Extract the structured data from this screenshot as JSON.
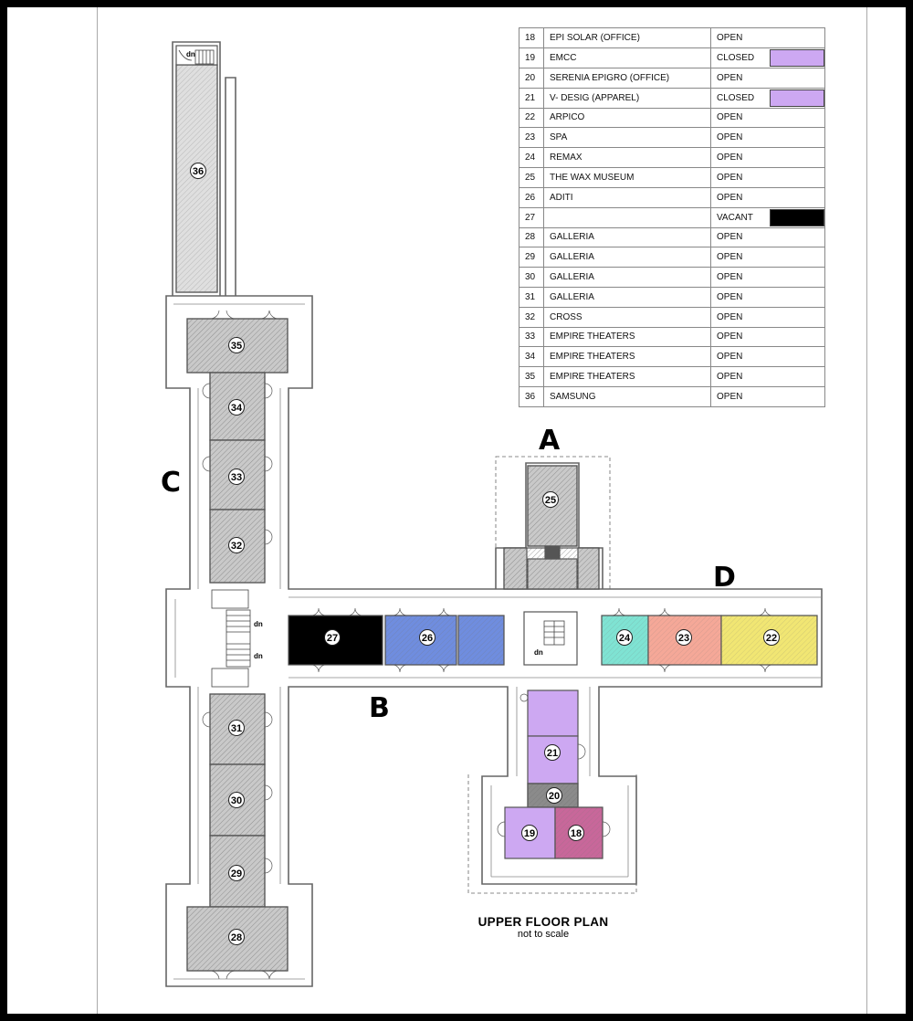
{
  "legend": {
    "rows": [
      {
        "num": "18",
        "name": "EPI SOLAR (OFFICE)",
        "status": "OPEN",
        "swatch": ""
      },
      {
        "num": "19",
        "name": "EMCC",
        "status": "CLOSED",
        "swatch": "#cda8f2"
      },
      {
        "num": "20",
        "name": "SERENIA EPIGRO (OFFICE)",
        "status": "OPEN",
        "swatch": ""
      },
      {
        "num": "21",
        "name": "V- DESIG (APPAREL)",
        "status": "CLOSED",
        "swatch": "#cda8f2"
      },
      {
        "num": "22",
        "name": "ARPICO",
        "status": "OPEN",
        "swatch": ""
      },
      {
        "num": "23",
        "name": "SPA",
        "status": "OPEN",
        "swatch": ""
      },
      {
        "num": "24",
        "name": "REMAX",
        "status": "OPEN",
        "swatch": ""
      },
      {
        "num": "25",
        "name": "THE WAX MUSEUM",
        "status": "OPEN",
        "swatch": ""
      },
      {
        "num": "26",
        "name": "ADITI",
        "status": "OPEN",
        "swatch": ""
      },
      {
        "num": "27",
        "name": "",
        "status": "VACANT",
        "swatch": "#000000"
      },
      {
        "num": "28",
        "name": "GALLERIA",
        "status": "OPEN",
        "swatch": ""
      },
      {
        "num": "29",
        "name": "GALLERIA",
        "status": "OPEN",
        "swatch": ""
      },
      {
        "num": "30",
        "name": "GALLERIA",
        "status": "OPEN",
        "swatch": ""
      },
      {
        "num": "31",
        "name": "GALLERIA",
        "status": "OPEN",
        "swatch": ""
      },
      {
        "num": "32",
        "name": "CROSS",
        "status": "OPEN",
        "swatch": ""
      },
      {
        "num": "33",
        "name": "EMPIRE THEATERS",
        "status": "OPEN",
        "swatch": ""
      },
      {
        "num": "34",
        "name": "EMPIRE THEATERS",
        "status": "OPEN",
        "swatch": ""
      },
      {
        "num": "35",
        "name": "EMPIRE THEATERS",
        "status": "OPEN",
        "swatch": ""
      },
      {
        "num": "36",
        "name": "SAMSUNG",
        "status": "OPEN",
        "swatch": ""
      }
    ]
  },
  "wings": {
    "a": "A",
    "b": "B",
    "c": "C",
    "d": "D"
  },
  "stair_label": "dn",
  "units": {
    "u18": "18",
    "u19": "19",
    "u20": "20",
    "u21": "21",
    "u22": "22",
    "u23": "23",
    "u24": "24",
    "u25": "25",
    "u26": "26",
    "u27": "27",
    "u28": "28",
    "u29": "29",
    "u30": "30",
    "u31": "31",
    "u32": "32",
    "u33": "33",
    "u34": "34",
    "u35": "35",
    "u36": "36"
  },
  "unit_colors": {
    "grey": "#c9c9c9",
    "vacant": "#000000",
    "aditi": "#6f8ddf",
    "remax": "#7fe3d3",
    "spa": "#f5a898",
    "arpico": "#f1e673",
    "closed": "#cda8f2",
    "epi": "#c8679a",
    "serenia": "#8b8b8b"
  },
  "title": {
    "main": "UPPER FLOOR PLAN",
    "sub": "not to scale"
  }
}
